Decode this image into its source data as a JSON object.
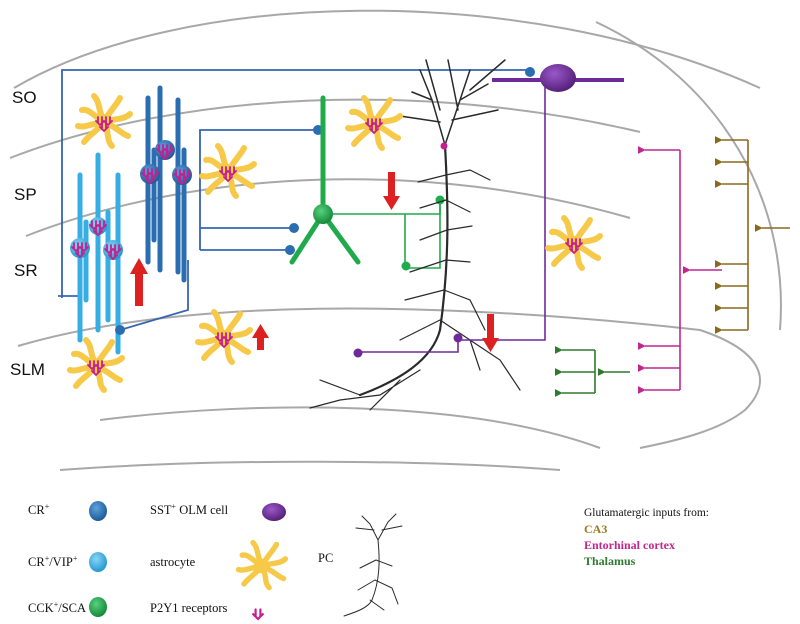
{
  "layers": [
    "SO",
    "SP",
    "SR",
    "SLM"
  ],
  "legend": {
    "cr": {
      "base": "CR",
      "sup": "+"
    },
    "crvip": {
      "base": "CR",
      "sup1": "+",
      "mid": "/VIP",
      "sup2": "+"
    },
    "cck": {
      "base": "CCK",
      "sup": "+",
      "tail": "/SCA"
    },
    "olm": {
      "base": "SST",
      "sup": "+",
      "tail": " OLM cell"
    },
    "astrocyte": "astrocyte",
    "p2y1": "P2Y1 receptors",
    "pc": "PC"
  },
  "inputs": {
    "title": "Glutamatergic inputs from:",
    "sources": [
      {
        "name": "CA3",
        "color": "#9a7a1f"
      },
      {
        "name": "Entorhinal cortex",
        "color": "#c2268f"
      },
      {
        "name": "Thalamus",
        "color": "#2f7a2f"
      }
    ]
  },
  "colors": {
    "cr": "#2a6db0",
    "crvip": "#35aee3",
    "cck": "#1faa4b",
    "olm": "#6f2a9a",
    "astrocyte": "#f7c948",
    "p2y1": "#c61e8f",
    "arrow": "#dd2020",
    "ca3": "#8a6a1a",
    "ec": "#c2268f",
    "thalamus": "#2f7a2f"
  }
}
